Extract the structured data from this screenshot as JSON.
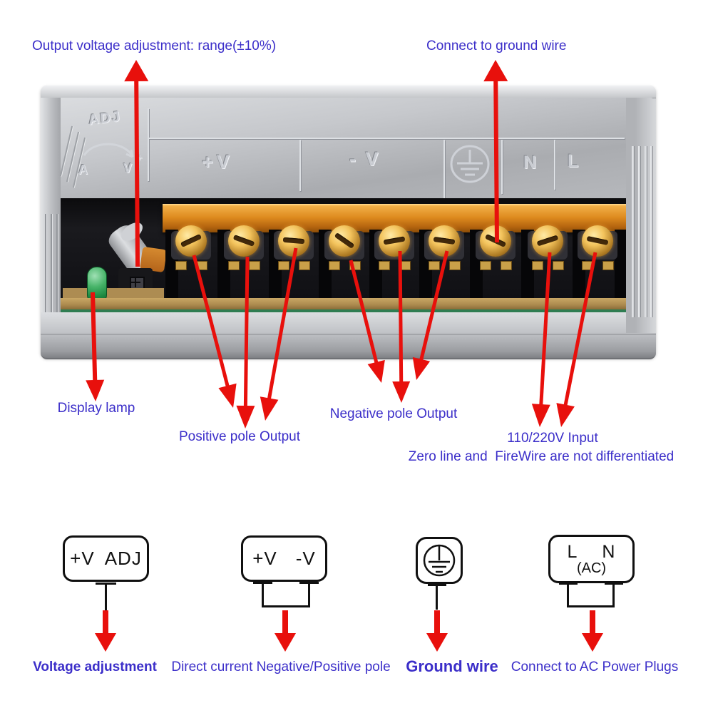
{
  "colors": {
    "label_blue": "#3b2ec9",
    "arrow_red": "#e8100c",
    "case_metal": "#b8babe",
    "terminal_cover_orange": "#dd8a1e",
    "screw_gold": "#f3c35c",
    "led_green": "#46b368"
  },
  "annotations": {
    "output_adjust": "Output voltage adjustment: range(±10%)",
    "ground_wire_top": "Connect to ground wire",
    "display_lamp": "Display lamp",
    "positive_output": "Positive pole Output",
    "negative_output": "Negative pole Output",
    "input_line1": "110/220V Input",
    "input_line2": "Zero line and  FireWire are not differentiated"
  },
  "engravings": {
    "adj": "ADJ",
    "amp": "A",
    "volt": "V",
    "plus_sign": "+",
    "output_pos": "+V",
    "output_neg": "- V",
    "neutral": "N",
    "live": "L"
  },
  "legend": {
    "box1": {
      "t1": "+V",
      "t2": "ADJ",
      "label": "Voltage adjustment"
    },
    "box2": {
      "t1": "+V",
      "t2": "-V",
      "label": "Direct current Negative/Positive pole"
    },
    "box3": {
      "symbol": "ground-symbol",
      "label": "Ground wire"
    },
    "box4": {
      "t1": "L",
      "t2": "N",
      "sub": "(AC)",
      "label": "Connect to AC Power Plugs"
    }
  }
}
